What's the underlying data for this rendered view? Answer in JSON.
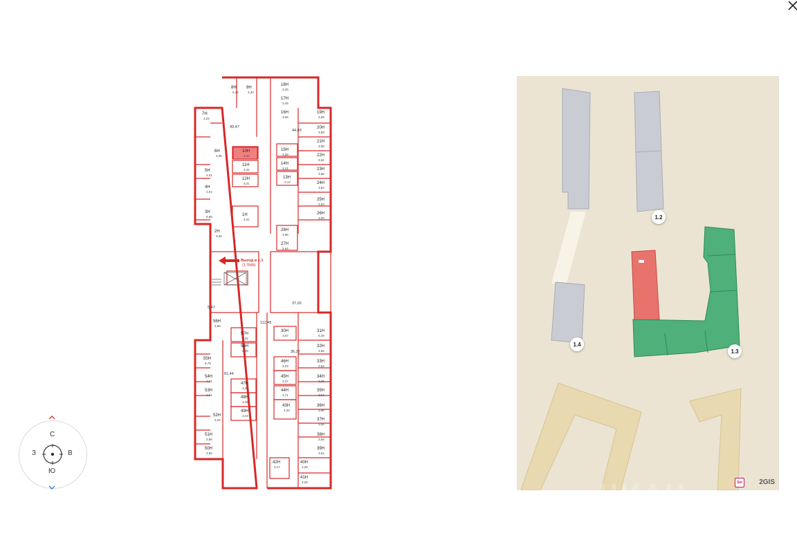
{
  "floorplan": {
    "units": [
      {
        "id": "8Н",
        "area": "5,44"
      },
      {
        "id": "9Н",
        "area": "3,40"
      },
      {
        "id": "7Н",
        "area": "3,23"
      },
      {
        "id": "6Н",
        "area": "4,05"
      },
      {
        "id": "5Н",
        "area": "4,01"
      },
      {
        "id": "4Н",
        "area": "4,01"
      },
      {
        "id": "3Н",
        "area": "6,88"
      },
      {
        "id": "2Н",
        "area": "3,36"
      },
      {
        "id": "10Н",
        "area": "3,47"
      },
      {
        "id": "11Н",
        "area": "3,41"
      },
      {
        "id": "12Н",
        "area": "3,41"
      },
      {
        "id": "1Н",
        "area": "4,41"
      },
      {
        "id": "18Н",
        "area": "3,45"
      },
      {
        "id": "17Н",
        "area": "3,45"
      },
      {
        "id": "16Н",
        "area": "3,06"
      },
      {
        "id": "15Н",
        "area": "3,28"
      },
      {
        "id": "14Н",
        "area": "3,21"
      },
      {
        "id": "13Н",
        "area": "3,14"
      },
      {
        "id": "28Н",
        "area": "3,65"
      },
      {
        "id": "27Н",
        "area": "3,64"
      },
      {
        "id": "19Н",
        "area": "3,59"
      },
      {
        "id": "20Н",
        "area": "3,59"
      },
      {
        "id": "21Н",
        "area": "3,68"
      },
      {
        "id": "22Н",
        "area": "3,64"
      },
      {
        "id": "23Н",
        "area": "3,68"
      },
      {
        "id": "24Н",
        "area": "3,64"
      },
      {
        "id": "25Н",
        "area": "3,63"
      },
      {
        "id": "26Н",
        "area": "3,59"
      },
      {
        "id": "56Н",
        "area": "3,85"
      },
      {
        "id": "55Н",
        "area": "5,79"
      },
      {
        "id": "54Н",
        "area": "4,01"
      },
      {
        "id": "53Н",
        "area": "4,01"
      },
      {
        "id": "52Н",
        "area": "4,04"
      },
      {
        "id": "51Н",
        "area": "3,96"
      },
      {
        "id": "50Н",
        "area": "3,55"
      },
      {
        "id": "57Н",
        "area": "3,32"
      },
      {
        "id": "58Н",
        "area": "3,48"
      },
      {
        "id": "47Н",
        "area": "3,48"
      },
      {
        "id": "48Н",
        "area": "3,45"
      },
      {
        "id": "49Н",
        "area": "3,43"
      },
      {
        "id": "30Н",
        "area": "3,67"
      },
      {
        "id": "46Н",
        "area": "3,33"
      },
      {
        "id": "45Н",
        "area": "3,37"
      },
      {
        "id": "44Н",
        "area": "3,71"
      },
      {
        "id": "43Н",
        "area": "4,33"
      },
      {
        "id": "42Н",
        "area": "3,17"
      },
      {
        "id": "31Н",
        "area": "6,29"
      },
      {
        "id": "32Н",
        "area": "3,66"
      },
      {
        "id": "33Н",
        "area": "3,64"
      },
      {
        "id": "34Н",
        "area": "3,68"
      },
      {
        "id": "35Н",
        "area": "3,64"
      },
      {
        "id": "36Н",
        "area": "3,66"
      },
      {
        "id": "37Н",
        "area": "3,64"
      },
      {
        "id": "38Н",
        "area": "3,58"
      },
      {
        "id": "39Н",
        "area": "3,64"
      },
      {
        "id": "40Н",
        "area": "3,29"
      },
      {
        "id": "41Н",
        "area": "3,29"
      }
    ],
    "corridor_areas": [
      "49,47",
      "44,49",
      "112,45",
      "5,47",
      "37,02",
      "61,44",
      "36,22"
    ],
    "exit_label": "Выход в с.1",
    "exit_sub": "(1 ПИБ)"
  },
  "map": {
    "buildings": [
      "1.2",
      "1.3",
      "1.4"
    ],
    "brand": "2GIS",
    "badge": "Set",
    "watermark": "ЦИАН",
    "colors": {
      "highlight": "#e8736c",
      "green": "#4fb07a",
      "grey": "#c9ccd3",
      "sand": "#e9d9b1"
    }
  },
  "compass": {
    "north": "С",
    "west": "З",
    "east": "В",
    "south": "Ю"
  }
}
